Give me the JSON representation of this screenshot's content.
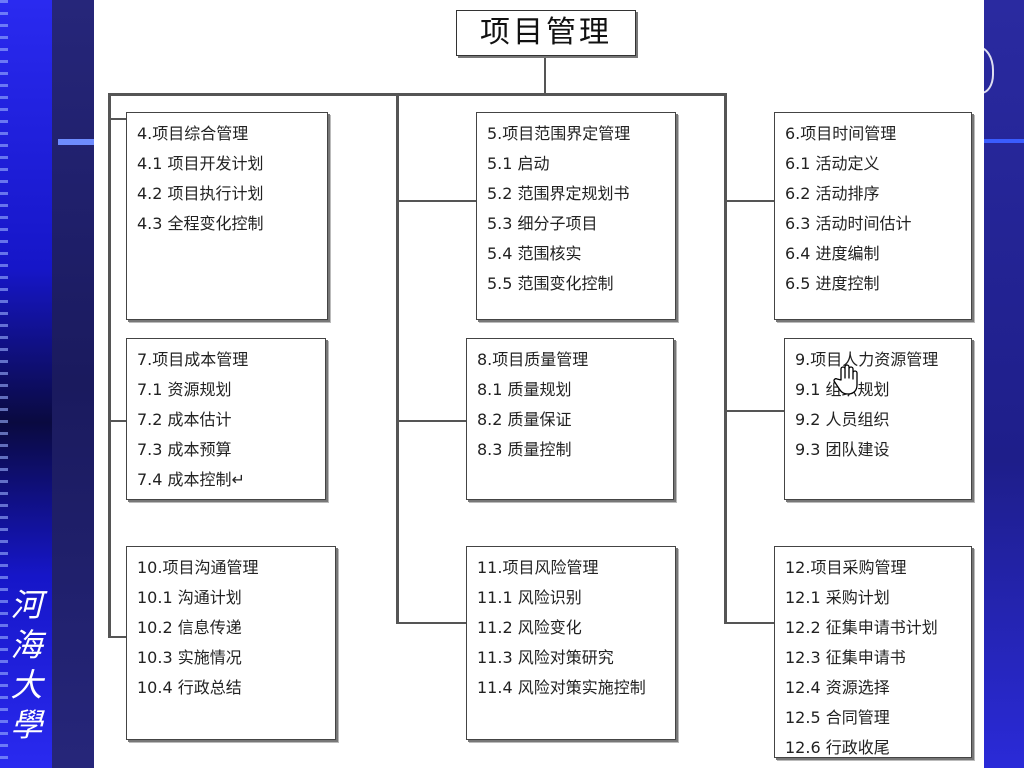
{
  "root": "项目管理",
  "school_name": "河海大學",
  "boxes": [
    {
      "title": "4.项目综合管理",
      "items": [
        "4.1 项目开发计划",
        "4.2 项目执行计划",
        "4.3 全程变化控制"
      ]
    },
    {
      "title": "5.项目范围界定管理",
      "items": [
        "5.1 启动",
        "5.2 范围界定规划书",
        "5.3 细分子项目",
        "5.4 范围核实",
        "5.5 范围变化控制"
      ]
    },
    {
      "title": "6.项目时间管理",
      "items": [
        "6.1 活动定义",
        "6.2 活动排序",
        "6.3 活动时间估计",
        "6.4 进度编制",
        "6.5 进度控制"
      ]
    },
    {
      "title": "7.项目成本管理",
      "items": [
        "7.1 资源规划",
        "7.2 成本估计",
        "7.3 成本预算",
        "7.4 成本控制↵"
      ]
    },
    {
      "title": "8.项目质量管理",
      "items": [
        "8.1 质量规划",
        "8.2 质量保证",
        "8.3 质量控制"
      ]
    },
    {
      "title": "9.项目人力资源管理",
      "items": [
        "9.1 组织规划",
        "9.2 人员组织",
        "9.3 团队建设"
      ]
    },
    {
      "title": "10.项目沟通管理",
      "items": [
        "10.1 沟通计划",
        "10.2 信息传递",
        "10.3 实施情况",
        "10.4 行政总结"
      ]
    },
    {
      "title": "11.项目风险管理",
      "items": [
        "11.1 风险识别",
        "11.2 风险变化",
        "11.3 风险对策研究",
        "11.4 风险对策实施控制"
      ]
    },
    {
      "title": "12.项目采购管理",
      "items": [
        "12.1 采购计划",
        "12.2 征集申请书计划",
        "12.3 征集申请书",
        "12.4 资源选择",
        "12.5 合同管理",
        "12.6 行政收尾"
      ]
    }
  ],
  "cursor_icon": "hand-pointer-icon"
}
